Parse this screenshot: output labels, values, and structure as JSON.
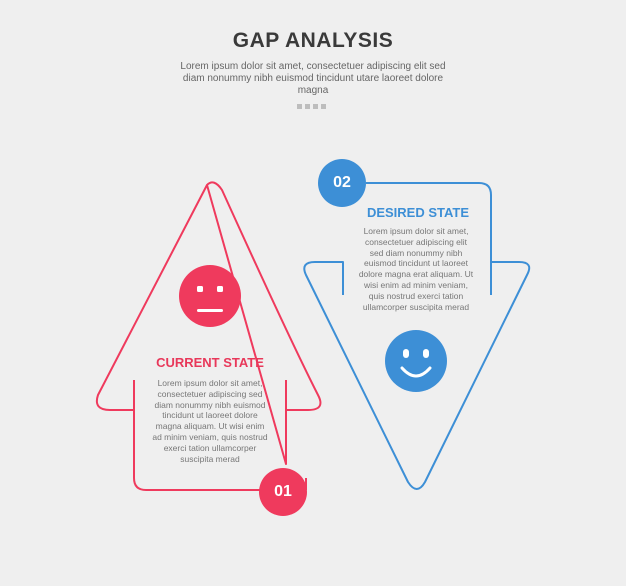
{
  "header": {
    "title": "GAP ANALYSIS",
    "subtitle": "Lorem ipsum dolor sit amet, consectetuer adipiscing elit sed diam nonummy nibh euismod tincidunt utare laoreet dolore magna"
  },
  "colors": {
    "current": "#ef3a5d",
    "desired": "#3d8fd6",
    "background": "#efefef"
  },
  "steps": [
    {
      "number": "01",
      "title": "CURRENT STATE",
      "text": "Lorem ipsum dolor sit amet, consectetuer adipiscing sed diam nonummy nibh euismod tincidunt ut laoreet dolore magna aliquam. Ut wisi enim ad minim veniam, quis nostrud exerci tation ullamcorper suscipita merad",
      "icon": "neutral-face-icon"
    },
    {
      "number": "02",
      "title": "DESIRED STATE",
      "text": "Lorem ipsum dolor sit amet, consectetuer adipiscing elit sed diam nonummy nibh euismod tincidunt ut laoreet dolore magna erat aliquam. Ut wisi enim ad minim veniam, quis nostrud exerci tation ullamcorper suscipita merad",
      "icon": "smiley-face-icon"
    }
  ]
}
